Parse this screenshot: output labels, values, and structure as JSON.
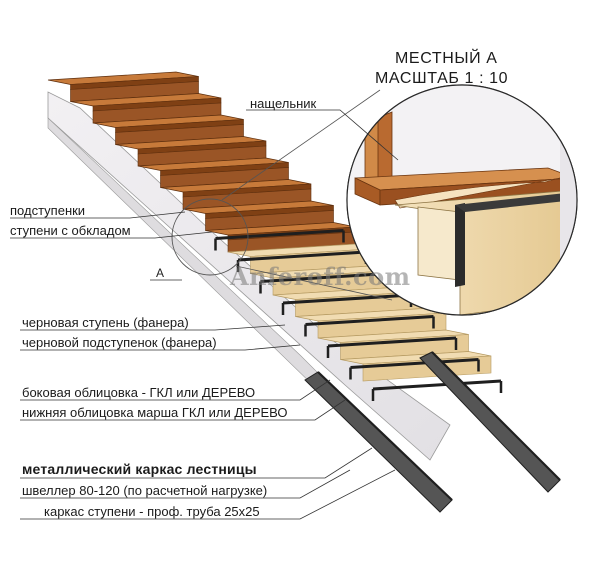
{
  "detail": {
    "title_line1": "МЕСТНЫЙ А",
    "title_line2": "МАСШТАБ 1 : 10",
    "view_letter": "А"
  },
  "labels": {
    "nosing": "нащельник",
    "risers": "подступенки",
    "treads_clad": "ступени с обкладом",
    "rough_tread": "черновая ступень (фанера)",
    "rough_riser": "черновой подступенок (фанера)",
    "side_cladding": "боковая облицовка - ГКЛ или ДЕРЕВО",
    "bottom_cladding": "нижняя облицовка марша ГКЛ или ДЕРЕВО",
    "metal_frame": "металлический каркас лестницы",
    "channel": "швеллер 80-120 (по расчетной нагрузке)",
    "step_frame": "каркас ступени - проф. труба 25х25"
  },
  "watermark": "Anferoff.com",
  "colors": {
    "wood_top": "#c77a3a",
    "wood_face": "#9a5526",
    "plywood": "#f1dcb2",
    "plywood_riser": "#e6cb97",
    "wall": "#ebe9ec",
    "steel": "#1f1f1f",
    "steel_face": "#555555"
  }
}
